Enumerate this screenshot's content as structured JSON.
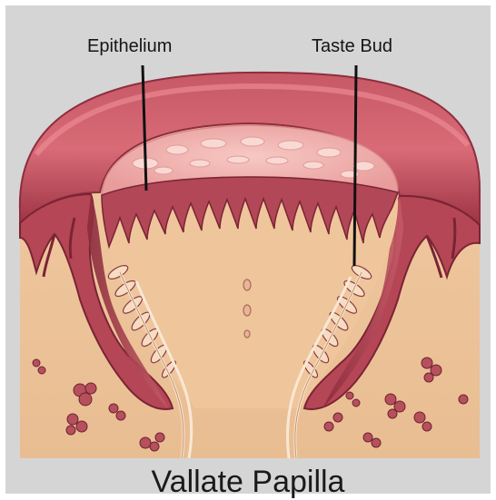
{
  "labels": {
    "epithelium": "Epithelium",
    "taste_bud": "Taste Bud"
  },
  "title": "Vallate Papilla",
  "colors": {
    "background": "#d5d5d5",
    "tissue": "#efc79d",
    "surface_red": "#b34a5a",
    "papilla_top": "#f0b6b2",
    "dark_red": "#7a2434",
    "leader_line": "#111111"
  }
}
